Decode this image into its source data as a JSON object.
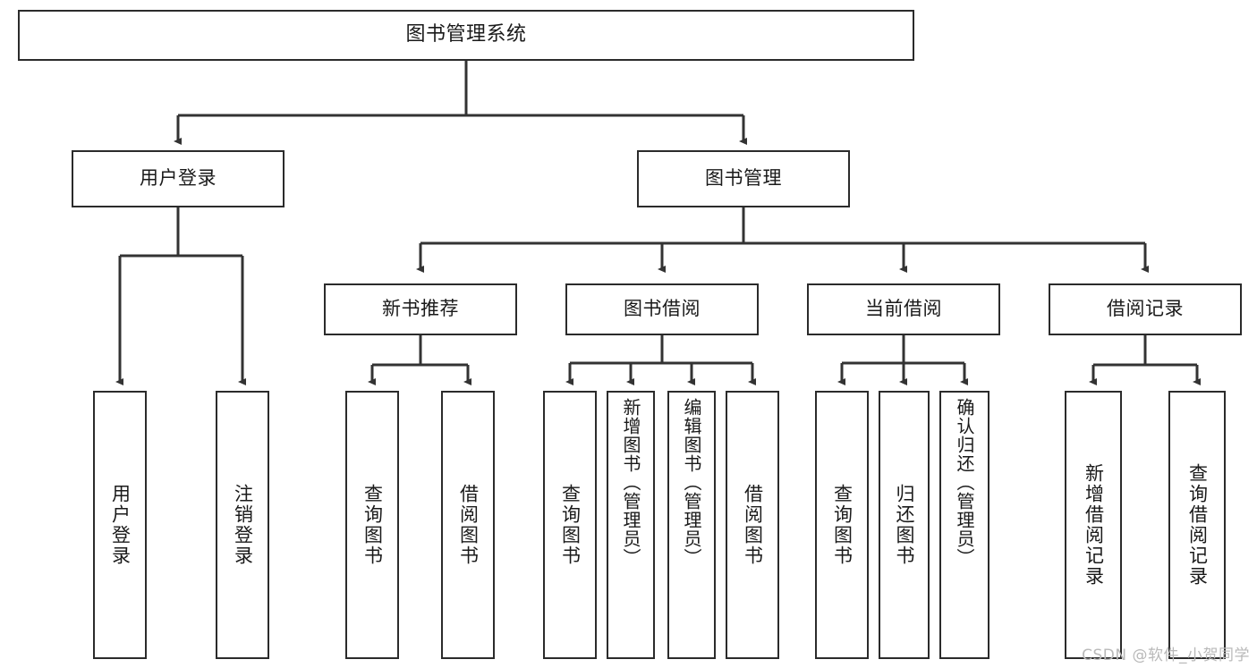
{
  "diagram": {
    "title": "图书管理系统",
    "type": "hierarchy-tree",
    "root": {
      "id": "root",
      "label": "图书管理系统"
    },
    "level1": [
      {
        "id": "user-login",
        "label": "用户登录"
      },
      {
        "id": "book-manage",
        "label": "图书管理"
      }
    ],
    "level2": [
      {
        "id": "new-book-rec",
        "label": "新书推荐",
        "parent": "book-manage"
      },
      {
        "id": "book-borrow",
        "label": "图书借阅",
        "parent": "book-manage"
      },
      {
        "id": "current-borrow",
        "label": "当前借阅",
        "parent": "book-manage"
      },
      {
        "id": "borrow-record",
        "label": "借阅记录",
        "parent": "book-manage"
      }
    ],
    "leaves": [
      {
        "id": "leaf-user-login",
        "label": "用户登录",
        "parent": "user-login"
      },
      {
        "id": "leaf-logout",
        "label": "注销登录",
        "parent": "user-login"
      },
      {
        "id": "leaf-query-book-1",
        "label": "查询图书",
        "parent": "new-book-rec"
      },
      {
        "id": "leaf-borrow-book-1",
        "label": "借阅图书",
        "parent": "new-book-rec"
      },
      {
        "id": "leaf-query-book-2",
        "label": "查询图书",
        "parent": "book-borrow"
      },
      {
        "id": "leaf-add-book",
        "label": "新增图书（管理员）",
        "parent": "book-borrow"
      },
      {
        "id": "leaf-edit-book",
        "label": "编辑图书（管理员）",
        "parent": "book-borrow"
      },
      {
        "id": "leaf-borrow-book-2",
        "label": "借阅图书",
        "parent": "book-borrow"
      },
      {
        "id": "leaf-query-book-3",
        "label": "查询图书",
        "parent": "current-borrow"
      },
      {
        "id": "leaf-return-book",
        "label": "归还图书",
        "parent": "current-borrow"
      },
      {
        "id": "leaf-confirm-return",
        "label": "确认归还（管理员）",
        "parent": "current-borrow"
      },
      {
        "id": "leaf-add-record",
        "label": "新增借阅记录",
        "parent": "borrow-record"
      },
      {
        "id": "leaf-query-record",
        "label": "查询借阅记录",
        "parent": "borrow-record"
      }
    ]
  },
  "watermark": {
    "text": "CSDN @软件_小贺同学"
  },
  "colors": {
    "background": "#ffffff",
    "box_fill": "#ffffff",
    "box_border": "#2b2b2b",
    "connector": "#333333",
    "text": "#1a1a1a",
    "watermark": "#b9b9b9"
  }
}
